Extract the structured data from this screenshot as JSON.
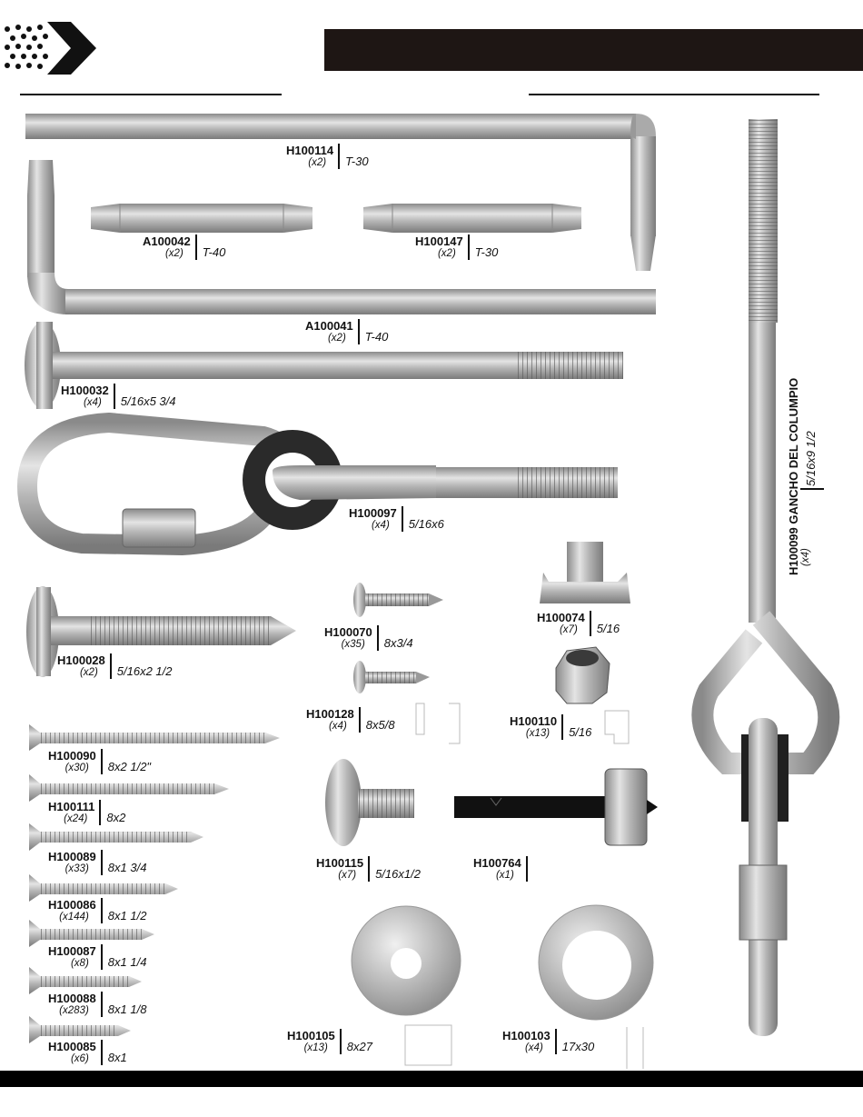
{
  "parts": [
    {
      "id": "h100114",
      "code": "H100114",
      "qty": "(x2)",
      "size": "T-30"
    },
    {
      "id": "a100042",
      "code": "A100042",
      "qty": "(x2)",
      "size": "T-40"
    },
    {
      "id": "h100147",
      "code": "H100147",
      "qty": "(x2)",
      "size": "T-30"
    },
    {
      "id": "a100041",
      "code": "A100041",
      "qty": "(x2)",
      "size": "T-40"
    },
    {
      "id": "h100032",
      "code": "H100032",
      "qty": "(x4)",
      "size": "5/16x5 3/4"
    },
    {
      "id": "h100097",
      "code": "H100097",
      "qty": "(x4)",
      "size": "5/16x6"
    },
    {
      "id": "h100028",
      "code": "H100028",
      "qty": "(x2)",
      "size": "5/16x2 1/2"
    },
    {
      "id": "h100070",
      "code": "H100070",
      "qty": "(x35)",
      "size": "8x3/4"
    },
    {
      "id": "h100074",
      "code": "H100074",
      "qty": "(x7)",
      "size": "5/16"
    },
    {
      "id": "h100128",
      "code": "H100128",
      "qty": "(x4)",
      "size": "8x5/8"
    },
    {
      "id": "h100110",
      "code": "H100110",
      "qty": "(x13)",
      "size": "5/16"
    },
    {
      "id": "h100090",
      "code": "H100090",
      "qty": "(x30)",
      "size": "8x2 1/2\""
    },
    {
      "id": "h100111",
      "code": "H100111",
      "qty": "(x24)",
      "size": "8x2"
    },
    {
      "id": "h100089",
      "code": "H100089",
      "qty": "(x33)",
      "size": "8x1 3/4"
    },
    {
      "id": "h100086",
      "code": "H100086",
      "qty": "(x144)",
      "size": "8x1 1/2"
    },
    {
      "id": "h100087",
      "code": "H100087",
      "qty": "(x8)",
      "size": "8x1 1/4"
    },
    {
      "id": "h100088",
      "code": "H100088",
      "qty": "(x283)",
      "size": "8x1 1/8"
    },
    {
      "id": "h100085",
      "code": "H100085",
      "qty": "(x6)",
      "size": "8x1"
    },
    {
      "id": "h100115",
      "code": "H100115",
      "qty": "(x7)",
      "size": "5/16x1/2"
    },
    {
      "id": "h100764",
      "code": "H100764",
      "qty": "(x1)",
      "size": ""
    },
    {
      "id": "h100105",
      "code": "H100105",
      "qty": "(x13)",
      "size": "8x27"
    },
    {
      "id": "h100103",
      "code": "H100103",
      "qty": "(x4)",
      "size": "17x30"
    },
    {
      "id": "h100099",
      "code": "H100099",
      "qty": "(x4)",
      "name": "GANCHO DEL COLUMPIO",
      "size": "5/16x9 1/2"
    }
  ],
  "colors": {
    "header": "#1e1614",
    "metal": "#a9a9a9",
    "ink": "#111111"
  }
}
